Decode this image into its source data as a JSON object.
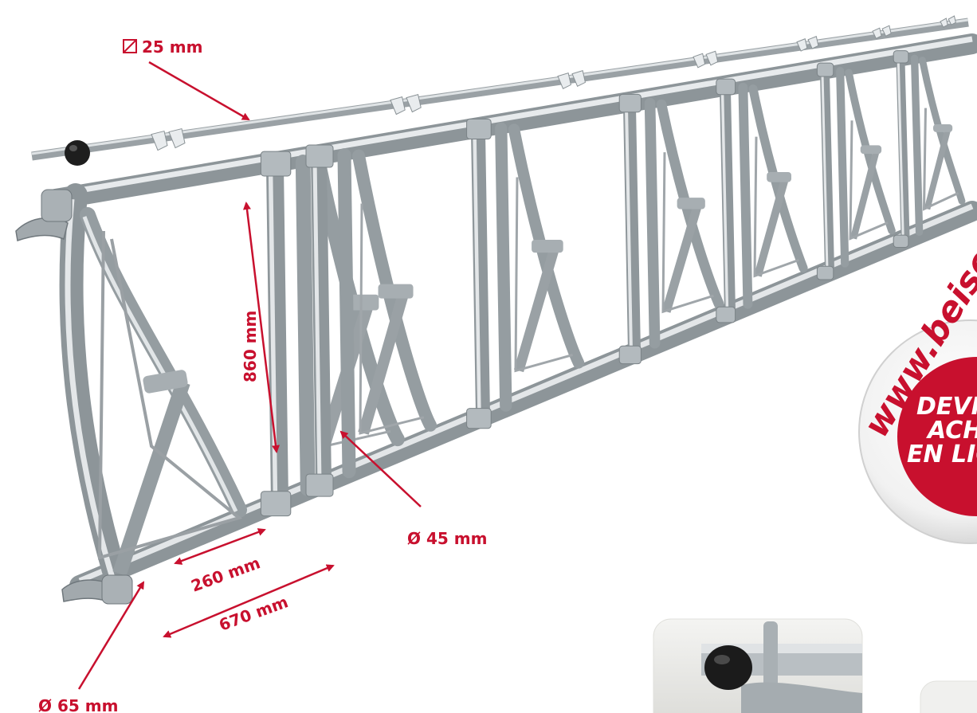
{
  "dimensions": {
    "top_rail_square": "25 mm",
    "height": "860 mm",
    "bar_diameter": "Ø 45 mm",
    "bar_spacing": "260 mm",
    "unit_width": "670 mm",
    "frame_diameter": "Ø 65 mm"
  },
  "badge": {
    "url": "www.beise...",
    "line1": "DEVIS",
    "line2": "ACHA",
    "line3": "EN LIG"
  },
  "colors": {
    "accent": "#c8102e",
    "steel": "#b9bfc3",
    "steel_dark": "#7f878c",
    "steel_light": "#e6e9eb"
  }
}
